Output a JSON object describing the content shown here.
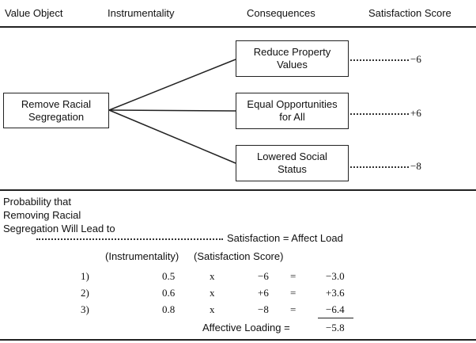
{
  "header": {
    "col1": "Value Object",
    "col2": "Instrumentality",
    "col3": "Consequences",
    "col4": "Satisfaction Score"
  },
  "diagram": {
    "value_object": "Remove Racial\nSegregation",
    "consequences": [
      {
        "label": "Reduce Property\nValues",
        "score": "−6"
      },
      {
        "label": "Equal Opportunities\nfor All",
        "score": "+6"
      },
      {
        "label": "Lowered Social\nStatus",
        "score": "−8"
      }
    ]
  },
  "calc": {
    "probability_label": "Probability that\nRemoving Racial\nSegregation Will Lead to",
    "equation": "Satisfaction = Affect Load",
    "col_instrumentality": "(Instrumentality)",
    "col_satisfaction": "(Satisfaction  Score)",
    "rows": [
      {
        "num": "1)",
        "p": "0.5",
        "x": "x",
        "s": "−6",
        "eq": "=",
        "r": "−3.0"
      },
      {
        "num": "2)",
        "p": "0.6",
        "x": "x",
        "s": "+6",
        "eq": "=",
        "r": "+3.6"
      },
      {
        "num": "3)",
        "p": "0.8",
        "x": "x",
        "s": "−8",
        "eq": "=",
        "r": "−6.4"
      }
    ],
    "total_label": "Affective Loading =",
    "total_value": "−5.8"
  }
}
